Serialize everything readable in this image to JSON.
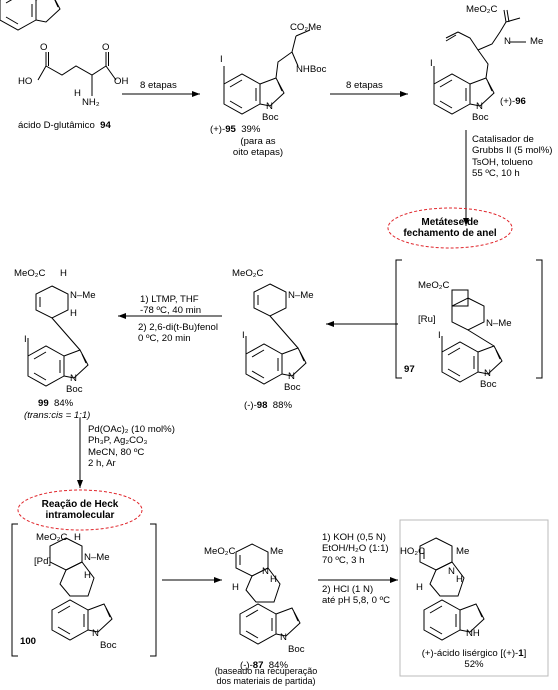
{
  "compounds": {
    "start": {
      "name": "ácido D-glutâmico",
      "number": "94"
    },
    "c95": {
      "prefix": "(+)-",
      "number": "95",
      "yield": "39%",
      "note_line1": "(para as",
      "note_line2": "oito etapas)"
    },
    "c96": {
      "prefix": "(+)-",
      "number": "96"
    },
    "c97": {
      "number": "97"
    },
    "c98": {
      "prefix": "(-)-",
      "number": "98",
      "yield": "88%"
    },
    "c99": {
      "number": "99",
      "yield": "84%",
      "ratio": "(trans:cis = 1:1)"
    },
    "c100": {
      "number": "100"
    },
    "c87": {
      "prefix": "(-)-",
      "number": "87",
      "yield": "84%",
      "note_line1": "(baseado na recuperação",
      "note_line2": "dos materiais de partida)"
    },
    "product": {
      "name": "(+)-ácido lisérgico [(+)-",
      "number": "1",
      "suffix": "]",
      "yield": "52%"
    }
  },
  "steps": {
    "s1": {
      "label": "8 etapas"
    },
    "s2": {
      "label": "8 etapas"
    },
    "s3": {
      "l1": "Catalisador de",
      "l2": "Grubbs II (5 mol%)",
      "l3": "TsOH, tolueno",
      "l4": "55 ºC, 10 h"
    },
    "s4": {
      "l1": "1) LTMP, THF",
      "l2": "-78 ºC, 40 min",
      "l3": "2) 2,6-di(t-Bu)fenol",
      "l4": "0 ºC, 20 min"
    },
    "s5": {
      "l1": "Pd(OAc)₂ (10 mol%)",
      "l2": "Ph₃P, Ag₂CO₃",
      "l3": "MeCN, 80 ºC",
      "l4": "2 h, Ar"
    },
    "s6": {
      "l1": "1) KOH (0,5 N)",
      "l2": "EtOH/H₂O (1:1)",
      "l3": "70 ºC, 3 h",
      "l4": "2) HCl (1 N)",
      "l5": "até pH 5,8, 0 ºC"
    }
  },
  "callouts": {
    "rcm_line1": "Metátese de",
    "rcm_line2": "fechamento de anel",
    "heck_line1": "Reação de Heck",
    "heck_line2": "intramolecular"
  },
  "atoms": {
    "HO": "HO",
    "OH": "OH",
    "O": "O",
    "NH2": "NH₂",
    "H": "H",
    "I": "I",
    "N": "N",
    "Boc": "Boc",
    "NHBoc": "NHBoc",
    "CO2Me": "CO₂Me",
    "MeO2C": "MeO₂C",
    "HO2C": "HO₂C",
    "Me": "Me",
    "NMe": "N–Me",
    "Ru": "[Ru]",
    "Pd": "[Pd]",
    "NH": "NH"
  }
}
